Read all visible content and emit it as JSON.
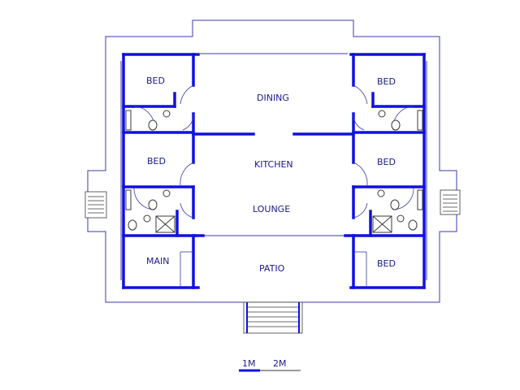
{
  "rooms": {
    "bed_top_left": "BED",
    "dining": "DINING",
    "bed_top_right": "BED",
    "bed_mid_left": "BED",
    "kitchen": "KITCHEN",
    "bed_mid_right": "BED",
    "lounge": "LOUNGE",
    "main": "MAIN",
    "patio": "PATIO",
    "bed_bottom_right": "BED"
  },
  "scale": {
    "mark_1": "1M",
    "mark_2": "2M"
  },
  "colors": {
    "wall": "#1010e0",
    "outline": "#3a3aa8",
    "text": "#1a1a8c",
    "fixture": "#3a3a3a"
  }
}
